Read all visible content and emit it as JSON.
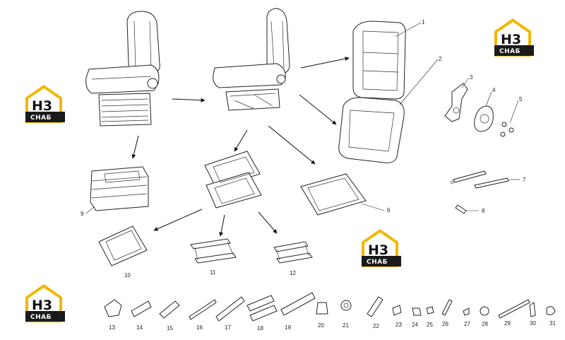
{
  "logo": {
    "top": "H3",
    "bottom": "СНАБ",
    "accent": "#f2b705",
    "dark": "#1a1a1a"
  },
  "callouts": [
    "1",
    "2",
    "3",
    "4",
    "5",
    "6",
    "7",
    "8",
    "9",
    "10",
    "11",
    "12",
    "13",
    "14",
    "15",
    "16",
    "17",
    "18",
    "19",
    "20",
    "21",
    "22",
    "23",
    "24",
    "25",
    "26",
    "27",
    "28",
    "29",
    "30",
    "31"
  ]
}
